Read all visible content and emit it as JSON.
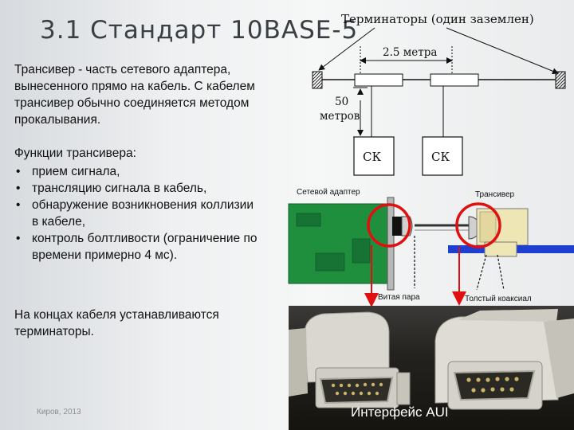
{
  "slide": {
    "title": "3.1 Стандарт 10BASE-5",
    "p1_term": "Трансивер",
    "p1_dash": "-",
    "p1_rest": "часть сетевого адаптера, вынесенного прямо на кабель. С кабелем трансивер обычно соединяется методом прокалывания.",
    "functions_heading": "Функции трансивера:",
    "functions": [
      "прием сигнала,",
      "трансляцию сигнала в кабель,",
      "обнаружение возникновения коллизии в кабеле,",
      "контроль болтливости (ограничение по времени примерно 4 мс)."
    ],
    "p3": "На концах кабеля устанавливаются терминаторы.",
    "footer": "Киров, 2013"
  },
  "diagram": {
    "terminators_label": "Терминаторы (один заземлен)",
    "distance_label": "2.5 метра",
    "length_number": "50",
    "length_unit": "метров",
    "station_left": "СК",
    "station_right": "СК"
  },
  "illustration": {
    "adapter_label": "Сетевой адаптер",
    "transceiver_label": "Трансивер",
    "twisted_pair_label": "Витая пара",
    "coax_label": "Толстый коаксиал"
  },
  "photo": {
    "caption": "Интерфейс AUI"
  },
  "colors": {
    "title": "#3a3f44",
    "board": "#1f8f3e",
    "coax": "#1f3fd0",
    "highlight": "#e01010",
    "transceiver": "#efe6b6"
  }
}
